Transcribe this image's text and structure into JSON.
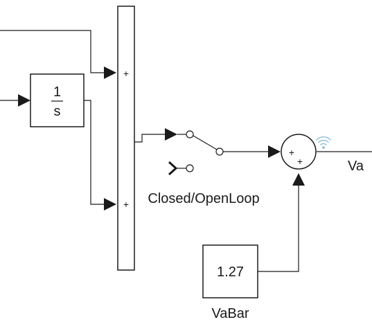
{
  "blocks": {
    "integrator": {
      "numerator": "1",
      "denominator": "s"
    },
    "mux": {
      "port_top_sign": "+",
      "port_bottom_sign": "+"
    },
    "switch": {
      "label": "Closed/OpenLoop"
    },
    "sum": {
      "sign_left": "+",
      "sign_bottom": "+"
    },
    "constant": {
      "value": "1.27",
      "label": "VaBar"
    }
  },
  "signals": {
    "output_label": "Va"
  },
  "colors": {
    "line": "#1a1a1a",
    "signal_logging_icon": "#7fb6d8"
  }
}
